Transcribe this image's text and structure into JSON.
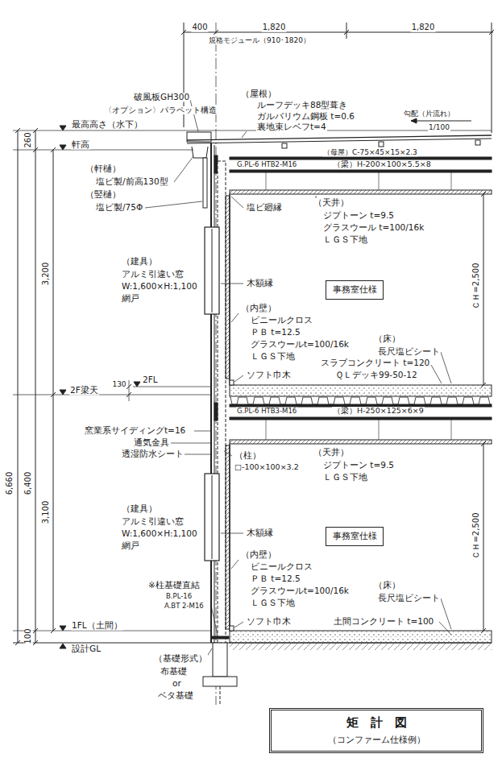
{
  "diagram": {
    "nodes": [
      {
        "text": [
          "事務室仕様"
        ]
      },
      {
        "text": [
          "事務室仕様"
        ]
      },
      {
        "text": [
          "矩　計　図",
          "（コンファーム仕様例）"
        ]
      }
    ],
    "labels": [
      "400",
      "1,820",
      "1,820",
      "規格モジュール（910･1820）",
      "破風板GH300",
      "〈オプション〉パラペット構造",
      "最高高さ（水下）",
      "軒高",
      "（屋根）",
      "ルーフデッキ88型葺き",
      "ガルバリウム鋼板 t=0.6",
      "裏地束レベフt=4",
      "勾配（片流れ）",
      "1/100",
      "（母屋）C-75×45×15×2.3",
      "G.PL-6 HTB2-M16",
      "（梁）H-200×100×5.5×8",
      "260",
      "（軒樋）",
      "塩ビ製/前高130型",
      "（竪樋）",
      "塩ビ製/75Φ",
      "塩ビ廻縁",
      "（天井）",
      "ジプトーン t=9.5",
      "グラスウール t=100/16k",
      "ＬＧＳ下地",
      "3,200",
      "（建具）",
      "アルミ引違い窓",
      "W:1,600×H:1,100",
      "網戸",
      "木額縁",
      "ＣＨ=2,500",
      "（内壁）",
      "ビニールクロス",
      "ＰＢ t=12.5",
      "グラスウールt=100/16k",
      "ＬＧＳ下地",
      "（床）",
      "長尺塩ビシート",
      "スラブコンクリート t=120",
      "ＱＬデッキ99-50-12",
      "ソフト巾木",
      "130",
      "2FL",
      "2F梁天",
      "6,400",
      "6,660",
      "G.PL-6 HTB3-M16",
      "（梁）H-250×125×6×9",
      "窯業系サイディングt=16",
      "通気金具",
      "透湿防水シート",
      "（柱）",
      "□-100×100×3.2",
      "（天井）",
      "ジプトーン t=9.5",
      "ＬＧＳ下地",
      "3,100",
      "（建具）",
      "アルミ引違い窓",
      "W:1,600×H:1,100",
      "網戸",
      "木額縁",
      "ＣＨ=2,500",
      "（内壁）",
      "ビニールクロス",
      "ＰＢ t=12.5",
      "グラスウールt=100/16k",
      "ＬＧＳ下地",
      "（床）",
      "長尺塩ビシート",
      "※柱基礎直結",
      "B.PL-16",
      "A.BT 2-M16",
      "1FL（土間）",
      "ソフト巾木",
      "土間コンクリート t=100",
      "100",
      "設計GL",
      "（基礎形式）",
      "布基礎",
      "or",
      "ベタ基礎"
    ]
  }
}
